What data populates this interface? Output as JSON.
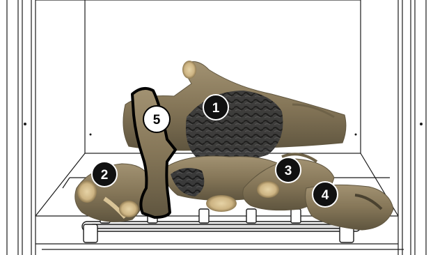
{
  "colors": {
    "frame_line": "#1a1a1a",
    "log_bark": "#8a7a5c",
    "log_bark_dark": "#5f553f",
    "log_cut_end": "#d9c497",
    "char": "#2b2b2b",
    "highlight_outline": "#000000",
    "callout_dark_fill": "#111111",
    "callout_light_fill": "#ffffff"
  },
  "callouts": [
    {
      "id": "log-1",
      "number": "1",
      "style": "dark"
    },
    {
      "id": "log-2",
      "number": "2",
      "style": "dark"
    },
    {
      "id": "log-3",
      "number": "3",
      "style": "dark"
    },
    {
      "id": "log-4",
      "number": "4",
      "style": "dark"
    },
    {
      "id": "log-5",
      "number": "5",
      "style": "light"
    }
  ]
}
